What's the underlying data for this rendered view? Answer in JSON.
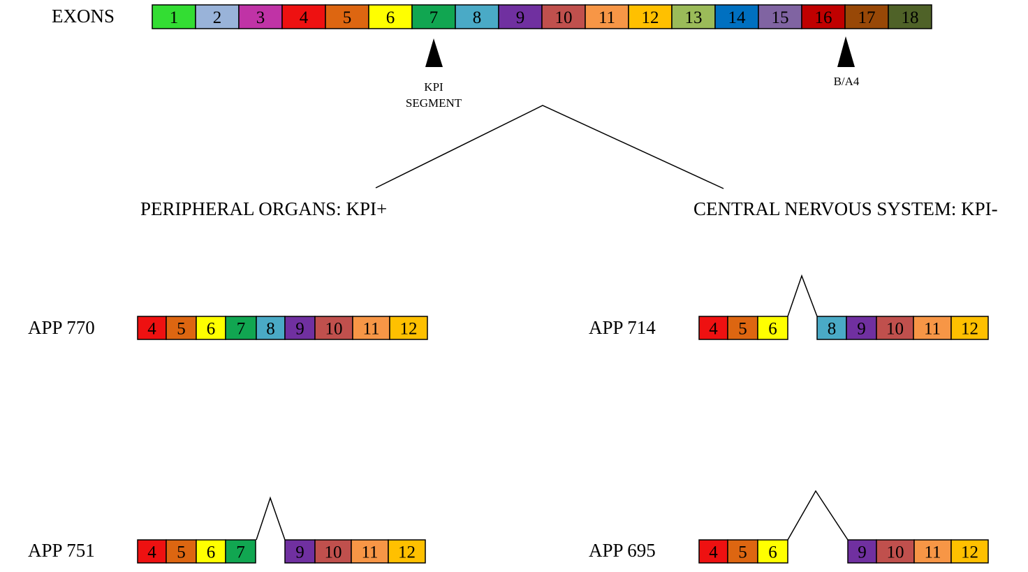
{
  "exon_colors": {
    "1": "#33dd33",
    "2": "#99b3d9",
    "3": "#c033a6",
    "4": "#ee1111",
    "5": "#dd6611",
    "6": "#ffff00",
    "7": "#11a651",
    "8": "#4aaac6",
    "9": "#7030a0",
    "10": "#c0504d",
    "11": "#f79646",
    "12": "#ffc000",
    "13": "#9bbb59",
    "14": "#0070c0",
    "15": "#8064a2",
    "16": "#c00000",
    "17": "#984807",
    "18": "#4f6228"
  },
  "gene": {
    "label": "EXONS",
    "exons": [
      "1",
      "2",
      "3",
      "4",
      "5",
      "6",
      "7",
      "8",
      "9",
      "10",
      "11",
      "12",
      "13",
      "14",
      "15",
      "16",
      "17",
      "18"
    ],
    "markers": [
      {
        "id": "kpi",
        "exon": "7",
        "lines": [
          "KPI",
          "SEGMENT"
        ]
      },
      {
        "id": "ba4",
        "exon": "17",
        "lines": [
          "B/A4"
        ]
      }
    ]
  },
  "branches": {
    "left": "PERIPHERAL ORGANS: KPI+",
    "right": "CENTRAL NERVOUS SYSTEM: KPI-"
  },
  "isoforms": [
    {
      "id": "app770",
      "label": "APP 770",
      "exons": [
        "4",
        "5",
        "6",
        "7",
        "8",
        "9",
        "10",
        "11",
        "12"
      ],
      "skipped": []
    },
    {
      "id": "app751",
      "label": "APP 751",
      "exons": [
        "4",
        "5",
        "6",
        "7",
        "9",
        "10",
        "11",
        "12"
      ],
      "skipped": [
        "8"
      ]
    },
    {
      "id": "app714",
      "label": "APP 714",
      "exons": [
        "4",
        "5",
        "6",
        "8",
        "9",
        "10",
        "11",
        "12"
      ],
      "skipped": [
        "7"
      ]
    },
    {
      "id": "app695",
      "label": "APP 695",
      "exons": [
        "4",
        "5",
        "6",
        "9",
        "10",
        "11",
        "12"
      ],
      "skipped": [
        "7",
        "8"
      ]
    }
  ]
}
